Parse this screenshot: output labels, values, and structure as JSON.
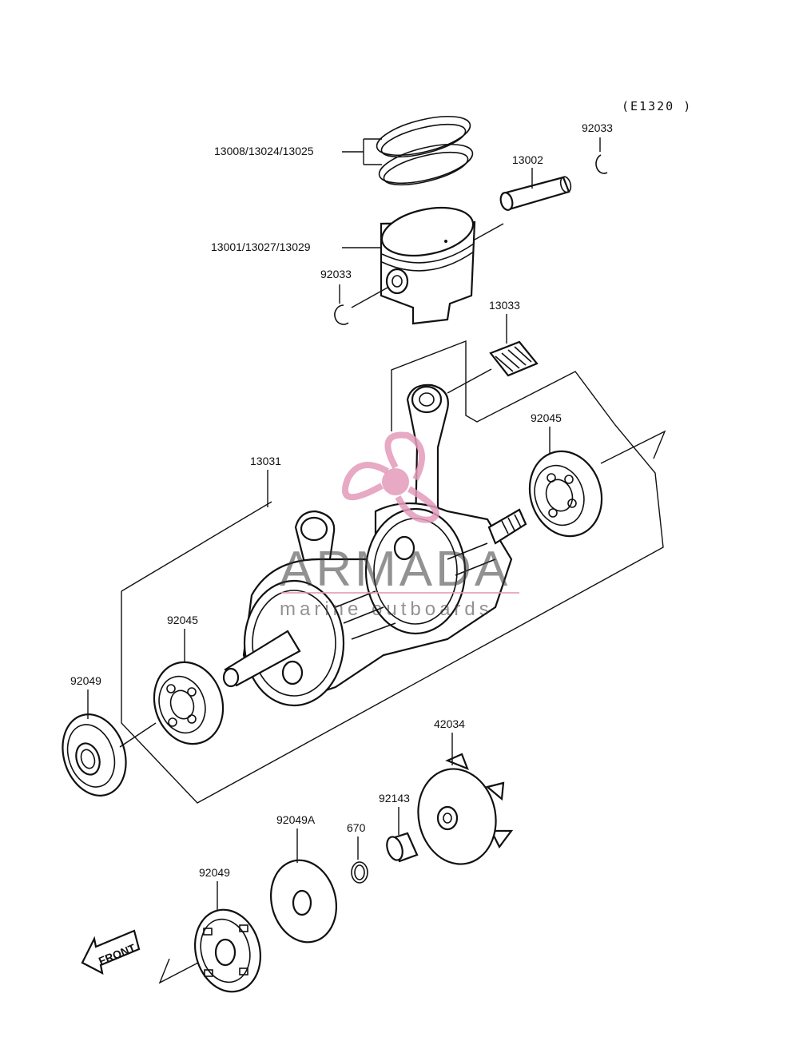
{
  "diagram_code": "(E1320 )",
  "labels": {
    "ring": "13008/13024/13025",
    "piston": "13001/13027/13029",
    "clip_top": "92033",
    "pin": "13002",
    "clip_left": "92033",
    "needle_bearing": "13033",
    "crankshaft": "13031",
    "bearing_right": "92045",
    "bearing_left": "92045",
    "seal_left": "92049",
    "rotor": "42034",
    "collar": "92143",
    "oring": "670",
    "washer": "92049A",
    "seal_bottom": "92049"
  },
  "front_arrow": "FRONT",
  "watermark": {
    "brand": "ARMADA",
    "tagline": "marine outboards"
  }
}
